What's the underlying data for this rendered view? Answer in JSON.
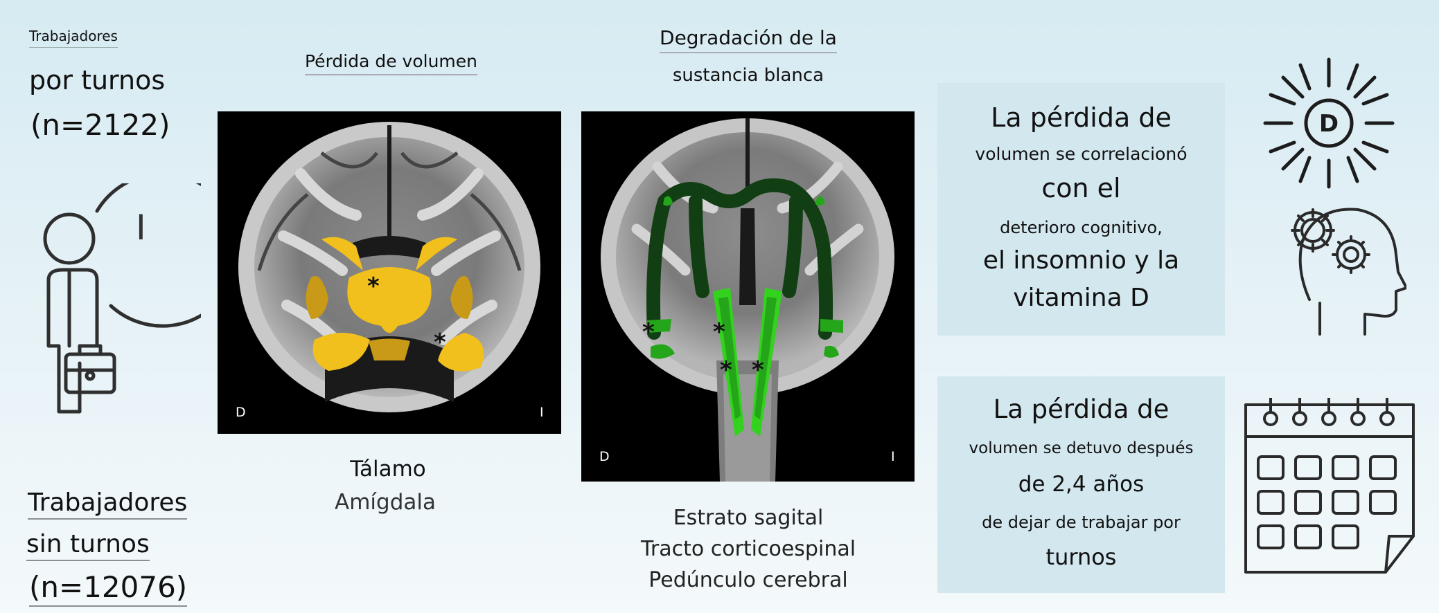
{
  "left": {
    "shift_label": "Trabajadores",
    "shift_title": "por turnos",
    "shift_n": "(n=2122)",
    "nonshift_line1": "Trabajadores",
    "nonshift_line2": "sin turnos",
    "nonshift_n": "(n=12076)"
  },
  "scan_left": {
    "title": "Pérdida de volumen",
    "side_left": "D",
    "side_right": "I",
    "regions": [
      "Tálamo",
      "Amígdala"
    ]
  },
  "scan_right": {
    "title_line1": "Degradación de la",
    "title_line2": "sustancia blanca",
    "side_left": "D",
    "side_right": "I",
    "regions": [
      "Estrato sagital",
      "Tracto corticoespinal",
      "Pedúnculo cerebral"
    ]
  },
  "panel_top": {
    "line1": "La pérdida de",
    "line2": "volumen se correlacionó",
    "line3": "con el",
    "line4": "deterioro cognitivo,",
    "line5": "el insomnio y la",
    "line6": "vitamina D"
  },
  "panel_bottom": {
    "line1": "La pérdida de",
    "line2": "volumen se detuvo después",
    "line3": "de 2,4 años",
    "line4": "de dejar de trabajar por",
    "line5": "turnos"
  },
  "icons": {
    "sun_letter": "D",
    "clock_letter": "I",
    "sun": "sun-icon",
    "head": "head-gears-icon",
    "calendar": "calendar-icon",
    "worker": "worker-briefcase-icon"
  },
  "colors": {
    "yellow": "#f2c01c",
    "dark_yellow": "#c99a17",
    "bright_green": "#33d21f",
    "mid_green": "#25a51a",
    "dark_green": "#123e14",
    "panel": "#d3e7ef"
  }
}
